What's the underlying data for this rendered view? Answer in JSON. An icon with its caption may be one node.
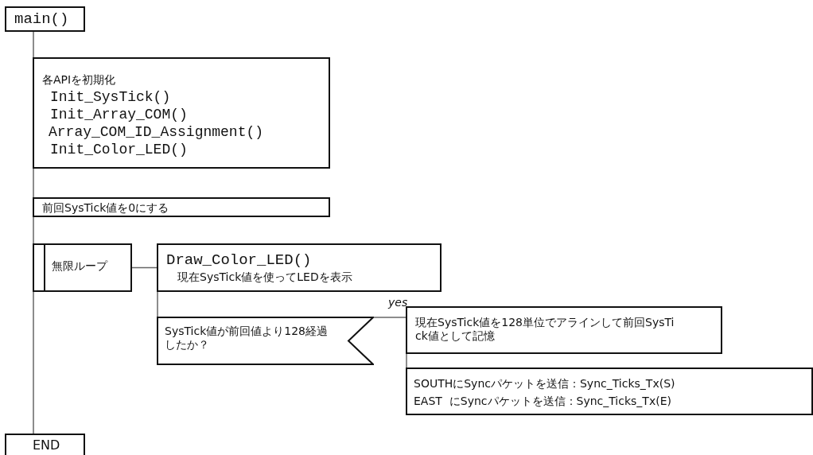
{
  "diagram": {
    "nodes": [
      {
        "text": [
          "main()"
        ]
      },
      {
        "text": [
          "各APIを初期化",
          "Init_SysTick()",
          "Init_Array_COM()",
          "Array_COM_ID_Assignment()",
          "Init_Color_LED()"
        ]
      },
      {
        "text": [
          "前回SysTick値を0にする"
        ]
      },
      {
        "text": [
          "無限ループ"
        ]
      },
      {
        "text": [
          "Draw_Color_LED()",
          "現在SysTick値を使ってLEDを表示"
        ]
      },
      {
        "text": [
          "SysTick値が前回値より128経過したか？"
        ]
      },
      {
        "text": [
          "現在SysTick値を128単位でアラインして前回SysTick値として記憶"
        ]
      },
      {
        "text": [
          "SOUTHにSyncパケットを送信：Sync_Ticks_Tx(S)",
          "EAST  にSyncパケットを送信：Sync_Ticks_Tx(E)"
        ]
      },
      {
        "text": [
          "END"
        ]
      }
    ],
    "edges": [
      {
        "from": 0,
        "to": 1,
        "arrow": "none"
      },
      {
        "from": 1,
        "to": 2,
        "arrow": "none"
      },
      {
        "from": 2,
        "to": 3,
        "arrow": "none"
      },
      {
        "from": 3,
        "to": 8,
        "arrow": "none"
      },
      {
        "from": 3,
        "to": 4,
        "arrow": "none"
      },
      {
        "from": 4,
        "to": 5,
        "arrow": "none"
      },
      {
        "from": 5,
        "to": 6,
        "arrow": "none",
        "label": "yes"
      },
      {
        "from": 6,
        "to": 7,
        "arrow": "none"
      }
    ]
  }
}
